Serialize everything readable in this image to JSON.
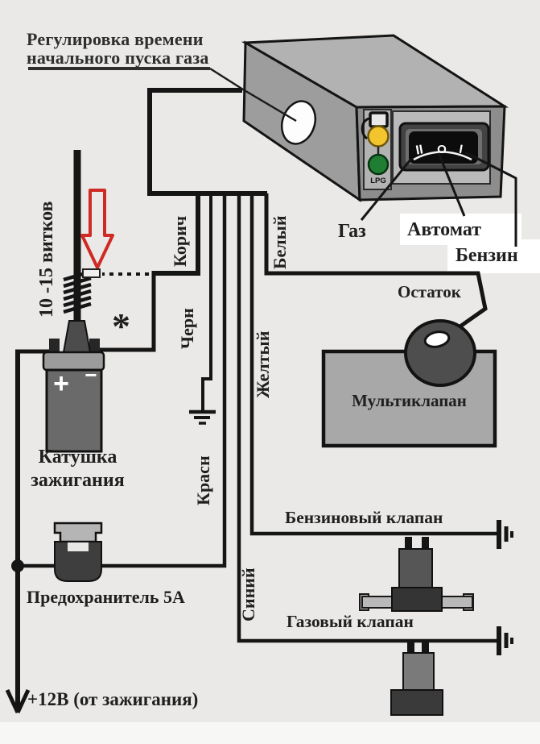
{
  "title": {
    "line1": "Регулировка времени",
    "line2": "начального пуска газа"
  },
  "control_unit": {
    "lpg_label": "LPG",
    "switch": {
      "left": "II",
      "center": "O",
      "right": "I"
    },
    "mode_labels": {
      "gas": "Газ",
      "auto": "Автомат",
      "petrol": "Бензин"
    }
  },
  "wire_labels": {
    "brown": "Корич",
    "black": "Черн",
    "white": "Белый",
    "yellow": "Желтый",
    "red": "Красн",
    "blue": "Синий"
  },
  "winding_label": "10 -15 витков",
  "asterisk": "*",
  "ignition_coil": {
    "plus": "+",
    "minus": "−",
    "name_line1": "Катушка",
    "name_line2": "зажигания"
  },
  "fuse_label": "Предохранитель 5А",
  "multivalve_label": "Мультиклапан",
  "level_sensor_label": "Остаток",
  "petrol_valve_label": "Бензиновый клапан",
  "gas_valve_label": "Газовый клапан",
  "power_label": "+12В (от зажигания)",
  "colors": {
    "background": "#eae9e7",
    "line": "#151515",
    "arrow_red": "#cf2a24",
    "led_yellow": "#f2c52e",
    "led_green": "#1f7e32",
    "box_top": "#b2b2b2",
    "box_left": "#9d9d9d",
    "box_front": "#8d8d8d"
  }
}
